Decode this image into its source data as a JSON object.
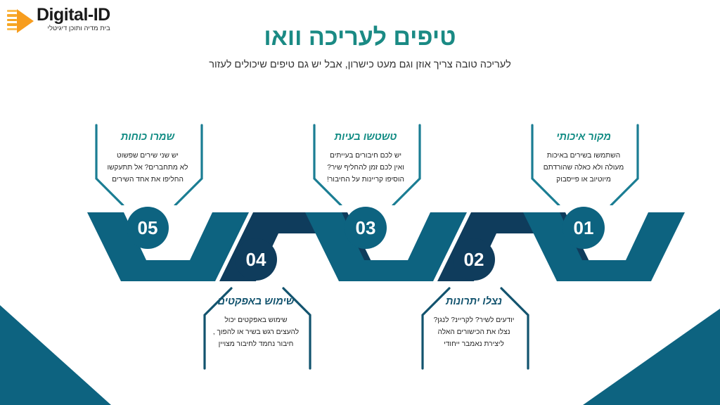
{
  "brand": {
    "name": "Digital-ID",
    "tagline": "בית מדיה ותוכן דיגיטלי",
    "logo_icon": "play-triangle-icon",
    "accent_color": "#f79d1e"
  },
  "header": {
    "title": "טיפים לעריכה וואו",
    "subtitle": "לעריכה טובה צריך אוזן וגם מעט כישרון, אבל יש גם טיפים שיכולים לעזור",
    "title_color": "#1a8a84"
  },
  "theme": {
    "teal": "#0d6380",
    "navy": "#0f3c5c",
    "heading_teal": "#128c84",
    "heading_navy": "#12536e",
    "corner_color": "#0d6380"
  },
  "steps": [
    {
      "number": "01",
      "position": "top",
      "tone": "teal",
      "heading": "מקור איכותי",
      "body_lines": [
        "השתמשו בשירים באיכות",
        "מעולה ולא כאלה שהורדתם",
        "מיוטיוב או פייסבוק"
      ]
    },
    {
      "number": "02",
      "position": "bottom",
      "tone": "navy",
      "heading": "נצלו יתרונות",
      "body_lines": [
        "יודעים לשיר? לקריינ? לנגן?",
        "נצלו את הכישורים האלה",
        "ליצירת נאמבר ייחודי"
      ]
    },
    {
      "number": "03",
      "position": "top",
      "tone": "teal",
      "heading": "טשטשו בעיות",
      "body_lines": [
        "יש לכם חיבורים בעייתים",
        "ואין לכם זמן להחליף שיר?",
        "הוסיפו קריינות על החיבור!"
      ]
    },
    {
      "number": "04",
      "position": "bottom",
      "tone": "navy",
      "heading": "שימוש באפקטים",
      "body_lines": [
        "שימוש באפקטים יכול",
        "להעצים רגש בשיר או להפוך ,",
        "חיבור נחמד לחיבור מצויין"
      ]
    },
    {
      "number": "05",
      "position": "top",
      "tone": "teal",
      "heading": "שמרו כוחות",
      "body_lines": [
        "יש שני שירים שפשוט",
        "לא מתחברים? אל תתעקשו",
        "החליפו את אחד השירים"
      ]
    }
  ]
}
